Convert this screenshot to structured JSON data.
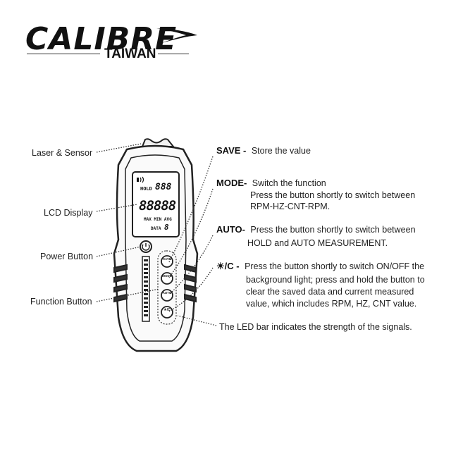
{
  "logo": {
    "brand": "CALIBRE",
    "subtitle": "TAIWAN"
  },
  "left_labels": {
    "laser": "Laser & Sensor",
    "lcd": "LCD Display",
    "power": "Power Button",
    "function": "Function Button"
  },
  "lcd": {
    "hold": "HOLD",
    "small_digits": "888",
    "big_digits": "88888",
    "stats": "MAX MIN AVG",
    "data_label": "DATA",
    "data_digit": "8"
  },
  "device_buttons": {
    "save": "SAVE",
    "mode": "MODE",
    "auto": "AUTO",
    "light": "☀/C"
  },
  "right_notes": {
    "save_key": "SAVE -",
    "save_desc": "Store the value",
    "mode_key": "MODE-",
    "mode_desc1": "Switch the function",
    "mode_desc2": "Press the button shortly to switch between",
    "mode_desc3": "RPM-HZ-CNT-RPM.",
    "auto_key": "AUTO-",
    "auto_desc1": "Press the button shortly to switch between",
    "auto_desc2": "HOLD and AUTO MEASUREMENT.",
    "light_key": "☀/C -",
    "light_desc1": "Press the button shortly to switch ON/OFF the",
    "light_desc2": "background light; press and hold the button to",
    "light_desc3": "clear the saved data and current measured",
    "light_desc4": "value, which includes RPM, HZ, CNT value.",
    "led_desc": "The LED bar indicates the strength of the signals."
  }
}
